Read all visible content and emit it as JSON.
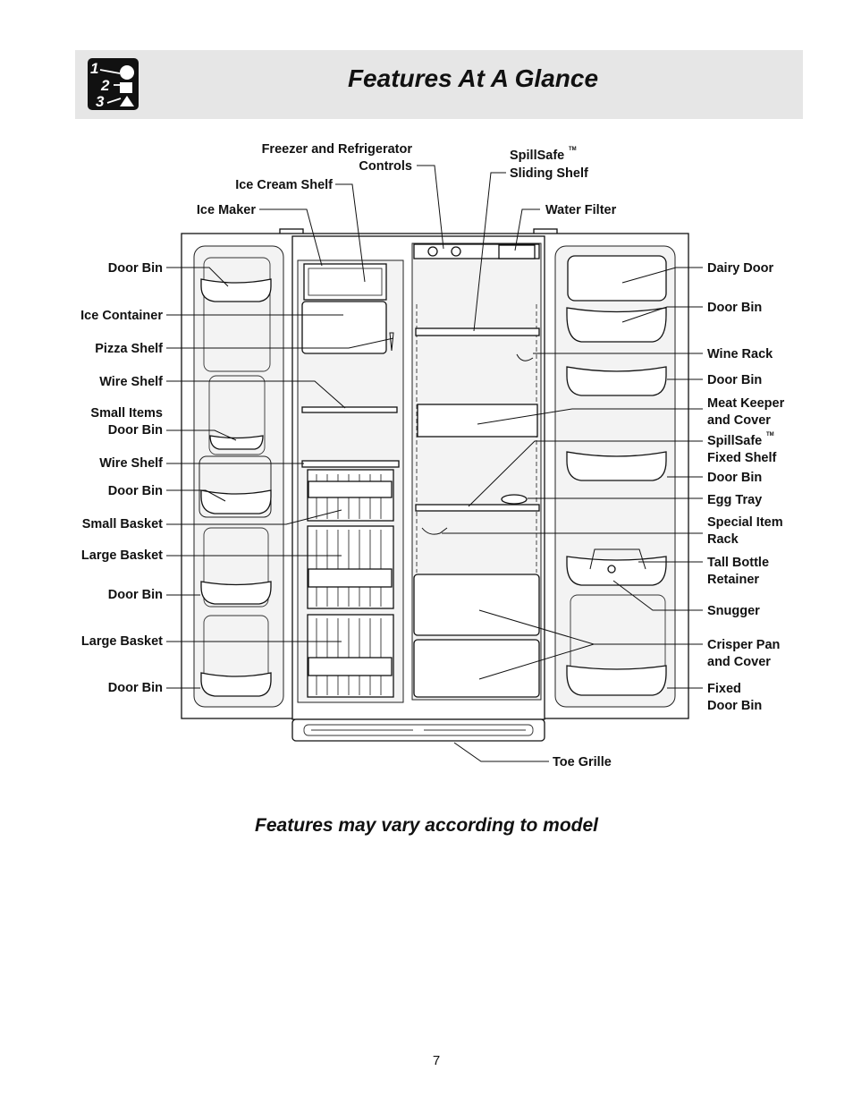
{
  "header": {
    "title": "Features At A Glance",
    "icon": "1-2-3 steps icon",
    "icon_numbers": [
      "1",
      "2",
      "3"
    ]
  },
  "labels": {
    "freezer_refrigerator_controls": [
      "Freezer and Refrigerator",
      "Controls"
    ],
    "ice_cream_shelf": "Ice Cream Shelf",
    "ice_maker": "Ice Maker",
    "spillsafe_sliding_shelf": [
      "SpillSafe",
      "TM",
      "Sliding Shelf"
    ],
    "water_filter": "Water Filter",
    "left": {
      "door_bin_1": "Door Bin",
      "ice_container": "Ice Container",
      "pizza_shelf": "Pizza Shelf",
      "wire_shelf_1": "Wire Shelf",
      "small_items_door_bin": [
        "Small Items",
        "Door Bin"
      ],
      "wire_shelf_2": "Wire Shelf",
      "door_bin_2": "Door Bin",
      "small_basket": "Small Basket",
      "large_basket_1": "Large Basket",
      "door_bin_3": "Door Bin",
      "large_basket_2": "Large Basket",
      "door_bin_4": "Door Bin"
    },
    "right": {
      "dairy_door": "Dairy Door",
      "door_bin_1": "Door Bin",
      "wine_rack": "Wine Rack",
      "door_bin_2": "Door Bin",
      "meat_keeper": [
        "Meat Keeper",
        "and Cover"
      ],
      "spillsafe_fixed_shelf": [
        "SpillSafe",
        "TM",
        "Fixed Shelf"
      ],
      "door_bin_3": "Door Bin",
      "egg_tray": "Egg Tray",
      "special_item_rack": [
        "Special Item",
        "Rack"
      ],
      "tall_bottle_retainer": [
        "Tall Bottle",
        "Retainer"
      ],
      "snugger": "Snugger",
      "crisper_pan": [
        "Crisper Pan",
        "and Cover"
      ],
      "fixed_door_bin": [
        "Fixed",
        "Door Bin"
      ]
    },
    "toe_grille": "Toe Grille"
  },
  "footnote": "Features may vary according to model",
  "page_number": "7"
}
